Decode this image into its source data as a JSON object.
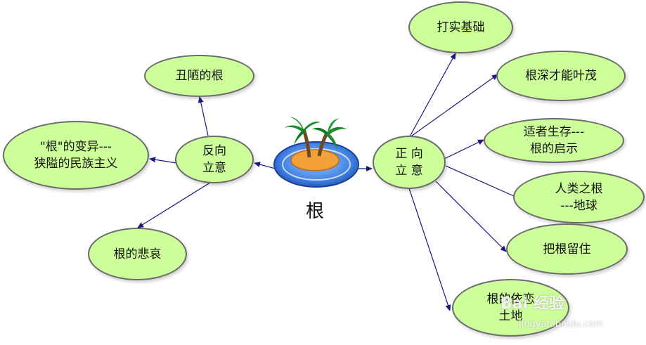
{
  "center": {
    "label": "根",
    "icon": "palm-island-icon"
  },
  "branches": {
    "reverse": {
      "label": "反向\n立意"
    },
    "positive": {
      "label": "正 向\n立 意"
    }
  },
  "reverse_children": [
    {
      "label": "丑陋的根"
    },
    {
      "label": "\"根\"的变异---\n狭隘的民族主义"
    },
    {
      "label": "根的悲哀"
    }
  ],
  "positive_children": [
    {
      "label": "打实基础"
    },
    {
      "label": "根深才能叶茂"
    },
    {
      "label": "适者生存---\n根的启示"
    },
    {
      "label": "人类之根\n---地球"
    },
    {
      "label": "把根留住"
    },
    {
      "label": "根的依恋\n土地"
    }
  ],
  "watermark": {
    "text": "Bai 经验",
    "url": "jingyan.baidu.com"
  },
  "colors": {
    "node_fill": "#ccff99",
    "edge": "#1a1a80",
    "node_border": "#6b6b6b"
  }
}
